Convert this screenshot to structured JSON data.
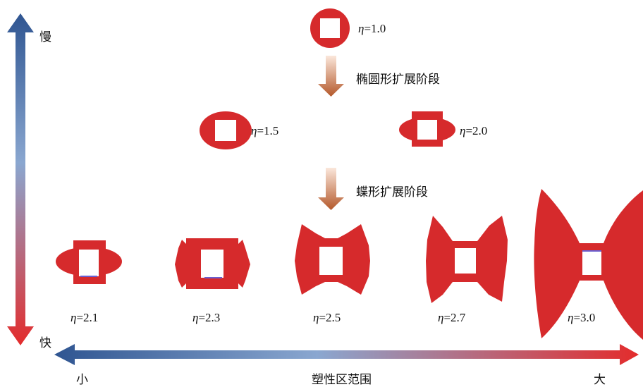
{
  "colors": {
    "zone": "#d62a2c",
    "elastic": "#ffffff",
    "axis_top": "#2f5591",
    "axis_mid": "#8aa7d0",
    "axis_bottom": "#e32c2c",
    "stage_arrow_top": "#fbe7db",
    "stage_arrow_bottom": "#b4582a",
    "inner_mark": "#6a5fd0"
  },
  "vertical_axis": {
    "top_label": "慢",
    "bottom_label": "快"
  },
  "horizontal_axis": {
    "left_label": "小",
    "right_label": "大",
    "title": "塑性区范围"
  },
  "stages": [
    {
      "label": "椭圆形扩展阶段"
    },
    {
      "label": "蝶形扩展阶段"
    }
  ],
  "zones": [
    {
      "id": "eta-1-0",
      "eta": 1.0,
      "symbol": "η",
      "value_text": "=1.0",
      "shape": "ring"
    },
    {
      "id": "eta-1-5",
      "eta": 1.5,
      "symbol": "η",
      "value_text": "=1.5",
      "shape": "ellipse-h"
    },
    {
      "id": "eta-2-0",
      "eta": 2.0,
      "symbol": "η",
      "value_text": "=2.0",
      "shape": "ellipse-h"
    },
    {
      "id": "eta-2-1",
      "eta": 2.1,
      "symbol": "η",
      "value_text": "=2.1",
      "shape": "ellipse-h"
    },
    {
      "id": "eta-2-3",
      "eta": 2.3,
      "symbol": "η",
      "value_text": "=2.3",
      "shape": "butterfly"
    },
    {
      "id": "eta-2-5",
      "eta": 2.5,
      "symbol": "η",
      "value_text": "=2.5",
      "shape": "butterfly"
    },
    {
      "id": "eta-2-7",
      "eta": 2.7,
      "symbol": "η",
      "value_text": "=2.7",
      "shape": "butterfly"
    },
    {
      "id": "eta-3-0",
      "eta": 3.0,
      "symbol": "η",
      "value_text": "=3.0",
      "shape": "butterfly"
    }
  ]
}
